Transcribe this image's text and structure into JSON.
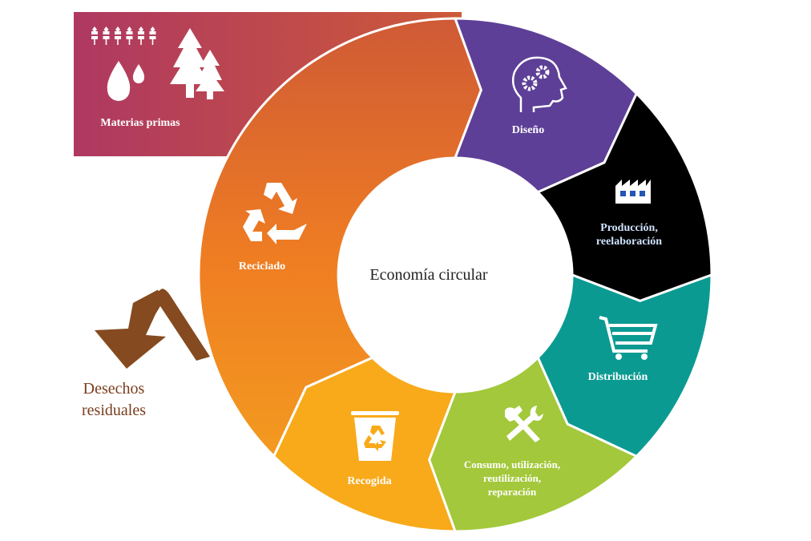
{
  "title": "Economía circular",
  "raw_materials": {
    "label": "Materias primas",
    "icons": [
      "wheat-icon",
      "water-drops-icon",
      "trees-icon"
    ]
  },
  "waste": {
    "line1": "Desechos",
    "line2": "residuales"
  },
  "segments": [
    {
      "id": "reciclado",
      "label": "Reciclado",
      "icon": "recycle-icon",
      "color": "#ee7a23"
    },
    {
      "id": "diseno",
      "label": "Diseño",
      "icon": "head-gears-icon",
      "color": "#5d3f97"
    },
    {
      "id": "produccion",
      "line1": "Producción,",
      "line2": "reelaboración",
      "icon": "factory-icon",
      "color": "#000000"
    },
    {
      "id": "distribucion",
      "label": "Distribución",
      "icon": "shopping-cart-icon",
      "color": "#0b9a92"
    },
    {
      "id": "consumo",
      "line1": "Consumo, utilización,",
      "line2": "reutilización,",
      "line3": "reparación",
      "icon": "tools-icon",
      "color": "#a3c83b"
    },
    {
      "id": "recogida",
      "label": "Recogida",
      "icon": "recycle-bin-icon",
      "color": "#f8aa1b"
    }
  ],
  "colors": {
    "raw_start": "#ae3862",
    "raw_end": "#cd5a38",
    "orange_top": "#cf5a36",
    "orange_bottom": "#f39020",
    "waste": "#854a1f",
    "production_text": "#cfe3ff"
  }
}
